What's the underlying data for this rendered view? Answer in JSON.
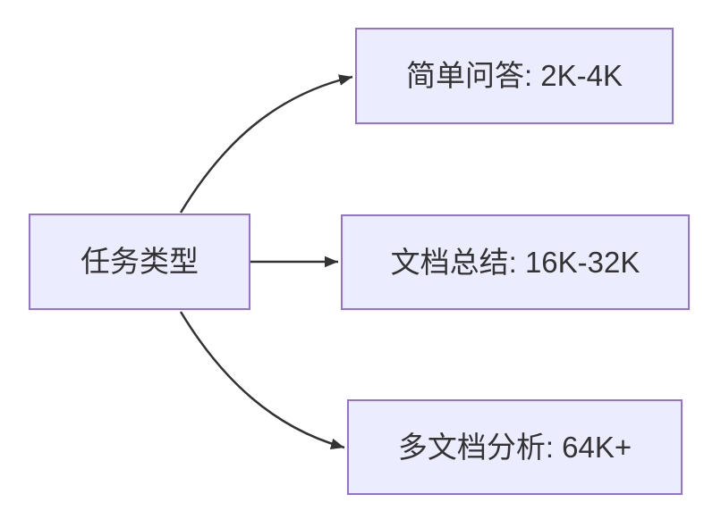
{
  "diagram": {
    "type": "flowchart",
    "direction": "left-to-right",
    "root": {
      "id": "task-type",
      "label": "任务类型"
    },
    "branches": [
      {
        "id": "simple-qa",
        "label": "简单问答: 2K-4K"
      },
      {
        "id": "doc-summary",
        "label": "文档总结: 16K-32K"
      },
      {
        "id": "multi-doc",
        "label": "多文档分析: 64K+"
      }
    ],
    "edges": [
      {
        "from": "task-type",
        "to": "simple-qa"
      },
      {
        "from": "task-type",
        "to": "doc-summary"
      },
      {
        "from": "task-type",
        "to": "multi-doc"
      }
    ],
    "colors": {
      "node_fill": "#ECECFF",
      "node_border": "#9370DB",
      "edge_line": "#333333",
      "text": "#333333",
      "background": "#FFFFFF"
    }
  }
}
